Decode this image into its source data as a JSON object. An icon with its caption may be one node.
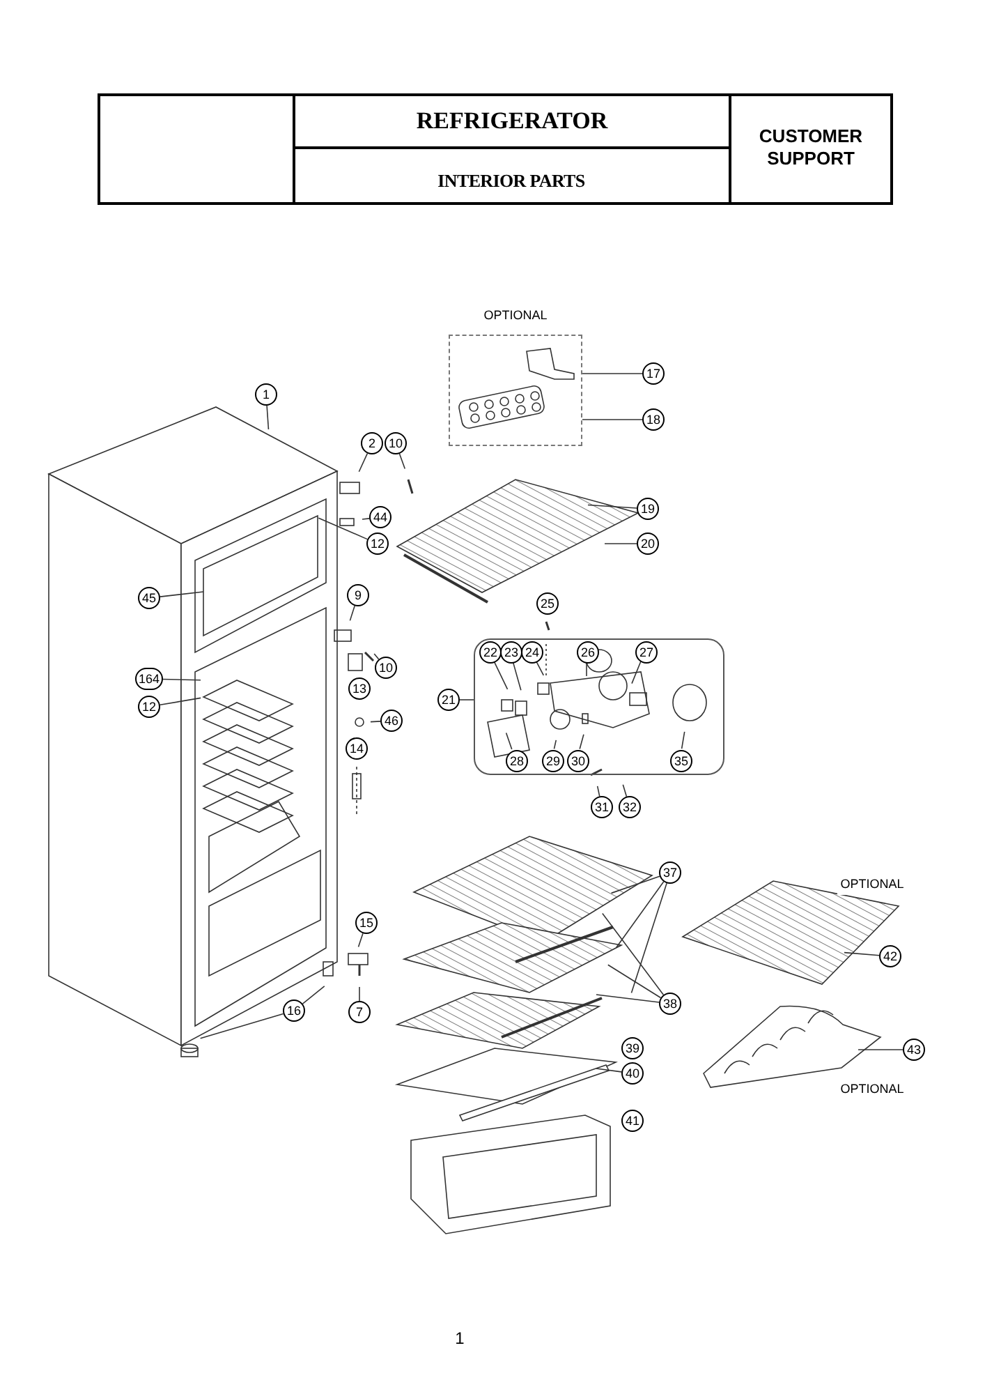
{
  "diagram": {
    "title": "REFRIGERATOR",
    "nodes": [
      {
        "text": [
          "OPTIONAL"
        ]
      },
      {
        "text": [
          "1"
        ]
      },
      {
        "text": [
          "2"
        ]
      },
      {
        "text": [
          "10"
        ]
      },
      {
        "text": [
          "44"
        ]
      },
      {
        "text": [
          "12"
        ]
      },
      {
        "text": [
          "17"
        ]
      },
      {
        "text": [
          "18"
        ]
      },
      {
        "text": [
          "19"
        ]
      },
      {
        "text": [
          "20"
        ]
      },
      {
        "text": [
          "45"
        ]
      },
      {
        "text": [
          "9"
        ]
      },
      {
        "text": [
          "10"
        ]
      },
      {
        "text": [
          "13"
        ]
      },
      {
        "text": [
          "164"
        ]
      },
      {
        "text": [
          "12"
        ]
      },
      {
        "text": [
          "46"
        ]
      },
      {
        "text": [
          "14"
        ]
      },
      {
        "text": [
          "25"
        ]
      },
      {
        "text": [
          "21"
        ]
      },
      {
        "text": [],
        "shape": "box"
      },
      {
        "text": [
          "22"
        ],
        "in": 20
      },
      {
        "text": [
          "23"
        ],
        "in": 20
      },
      {
        "text": [
          "24"
        ],
        "in": 20
      },
      {
        "text": [
          "26"
        ],
        "in": 20
      },
      {
        "text": [
          "27"
        ],
        "in": 20
      },
      {
        "text": [
          "28"
        ],
        "in": 20
      },
      {
        "text": [
          "29"
        ],
        "in": 20
      },
      {
        "text": [
          "30"
        ],
        "in": 20
      },
      {
        "text": [
          "35"
        ],
        "in": 20
      },
      {
        "text": [
          "31"
        ]
      },
      {
        "text": [
          "32"
        ]
      },
      {
        "text": [
          "37"
        ]
      },
      {
        "text": [
          "15"
        ]
      },
      {
        "text": [
          "42"
        ]
      },
      {
        "text": [
          "16"
        ]
      },
      {
        "text": [
          "7"
        ]
      },
      {
        "text": [
          "38"
        ]
      },
      {
        "text": [
          "39"
        ]
      },
      {
        "text": [
          "43"
        ]
      },
      {
        "text": [
          "40"
        ]
      },
      {
        "text": [
          "41"
        ]
      }
    ],
    "edges": [
      {
        "from": 1,
        "to": null,
        "arrow": "none"
      },
      {
        "from": 2,
        "to": null,
        "arrow": "none"
      },
      {
        "from": 3,
        "to": null,
        "arrow": "none"
      },
      {
        "from": 4,
        "to": null,
        "arrow": "none"
      },
      {
        "from": 5,
        "to": null,
        "arrow": "none"
      },
      {
        "from": 6,
        "to": 0,
        "arrow": "none"
      },
      {
        "from": 7,
        "to": 0,
        "arrow": "none"
      },
      {
        "from": 8,
        "to": null,
        "arrow": "none"
      },
      {
        "from": 9,
        "to": null,
        "arrow": "none"
      },
      {
        "from": 10,
        "to": null,
        "arrow": "none"
      },
      {
        "from": 11,
        "to": null,
        "arrow": "none"
      },
      {
        "from": 12,
        "to": null,
        "arrow": "none"
      },
      {
        "from": 14,
        "to": null,
        "arrow": "none"
      },
      {
        "from": 15,
        "to": null,
        "arrow": "none"
      },
      {
        "from": 16,
        "to": null,
        "arrow": "none"
      },
      {
        "from": 19,
        "to": 20,
        "arrow": "none"
      },
      {
        "from": 21,
        "to": null,
        "arrow": "none"
      },
      {
        "from": 22,
        "to": null,
        "arrow": "none"
      },
      {
        "from": 23,
        "to": null,
        "arrow": "none"
      },
      {
        "from": 24,
        "to": null,
        "arrow": "none"
      },
      {
        "from": 25,
        "to": null,
        "arrow": "none"
      },
      {
        "from": 26,
        "to": null,
        "arrow": "none"
      },
      {
        "from": 27,
        "to": null,
        "arrow": "none"
      },
      {
        "from": 28,
        "to": null,
        "arrow": "none"
      },
      {
        "from": 29,
        "to": null,
        "arrow": "none"
      },
      {
        "from": 30,
        "to": null,
        "arrow": "none"
      },
      {
        "from": 31,
        "to": null,
        "arrow": "none"
      },
      {
        "from": 32,
        "to": null,
        "arrow": "none"
      },
      {
        "from": 32,
        "to": null,
        "arrow": "none"
      },
      {
        "from": 32,
        "to": null,
        "arrow": "none"
      },
      {
        "from": 37,
        "to": null,
        "arrow": "none"
      },
      {
        "from": 37,
        "to": null,
        "arrow": "none"
      },
      {
        "from": 37,
        "to": null,
        "arrow": "none"
      },
      {
        "from": 33,
        "to": null,
        "arrow": "none"
      },
      {
        "from": 34,
        "to": null,
        "arrow": "none"
      },
      {
        "from": 35,
        "to": null,
        "arrow": "none"
      },
      {
        "from": 35,
        "to": null,
        "arrow": "none"
      },
      {
        "from": 36,
        "to": null,
        "arrow": "none"
      },
      {
        "from": 38,
        "to": null,
        "arrow": "none"
      },
      {
        "from": 39,
        "to": null,
        "arrow": "none"
      },
      {
        "from": 40,
        "to": null,
        "arrow": "none"
      },
      {
        "from": 41,
        "to": null,
        "arrow": "none"
      }
    ],
    "labels": [
      "INTERIOR PARTS",
      "CUSTOMER SUPPORT",
      "OPTIONAL",
      "OPTIONAL",
      "1"
    ]
  }
}
